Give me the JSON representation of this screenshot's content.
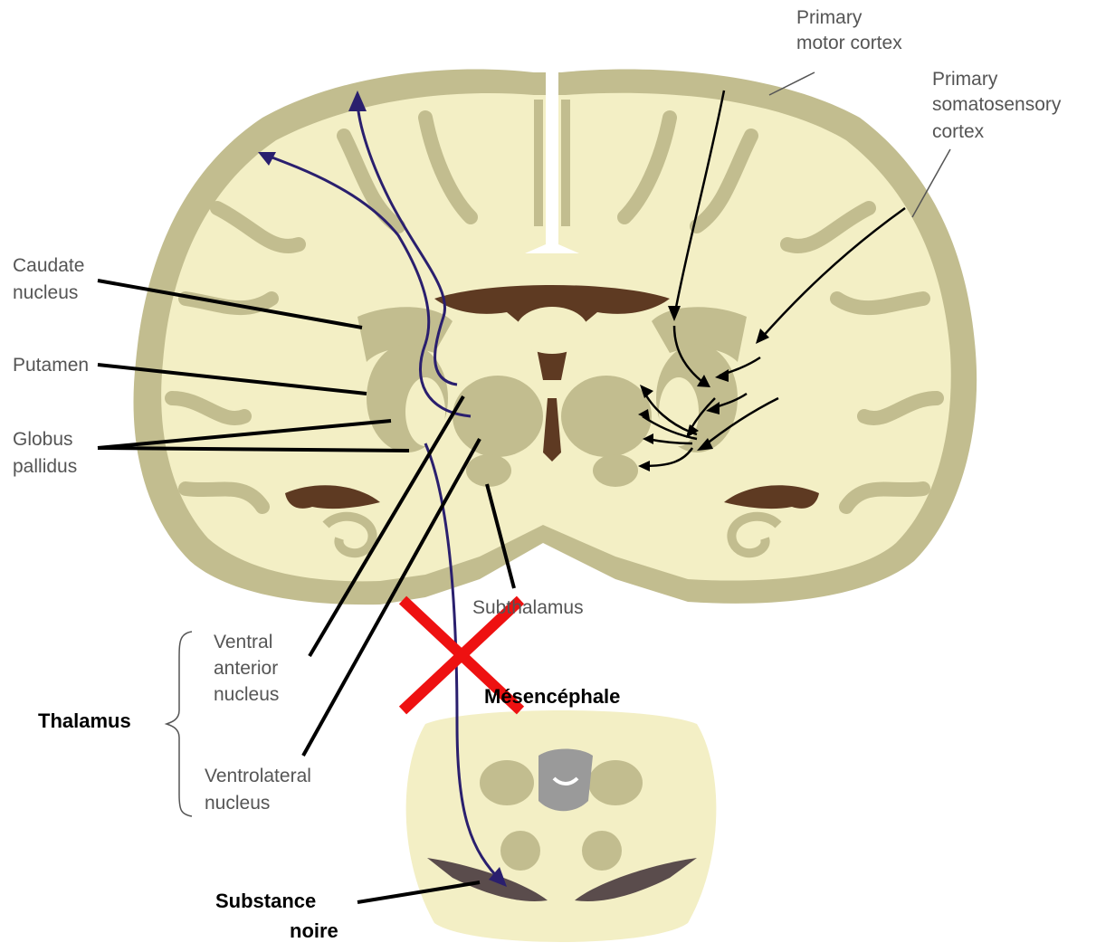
{
  "labels": {
    "primary_motor_cortex": [
      "Primary",
      "motor cortex"
    ],
    "primary_somatosensory_cortex": [
      "Primary",
      "somatosensory",
      "cortex"
    ],
    "caudate_nucleus": [
      "Caudate",
      "nucleus"
    ],
    "putamen": "Putamen",
    "globus_pallidus": [
      "Globus",
      "pallidus"
    ],
    "subthalamus": "Subthalamus",
    "ventral_anterior_nucleus": [
      "Ventral",
      "anterior",
      "nucleus"
    ],
    "ventrolateral_nucleus": [
      "Ventrolateral",
      "nucleus"
    ],
    "thalamus": "Thalamus",
    "mesencephale": "Mésencéphale",
    "substance_noire": [
      "Substance",
      "noire"
    ]
  },
  "colors": {
    "tissue": "#f3efc5",
    "gray_matter": "#c2bd8f",
    "ventricle": "#5e3a22",
    "pathway": "#2a1f6e",
    "lesion_mark": "#ee1111",
    "substantia_nigra": "#5a4c4c",
    "aqueduct": "#9a9a9a"
  }
}
